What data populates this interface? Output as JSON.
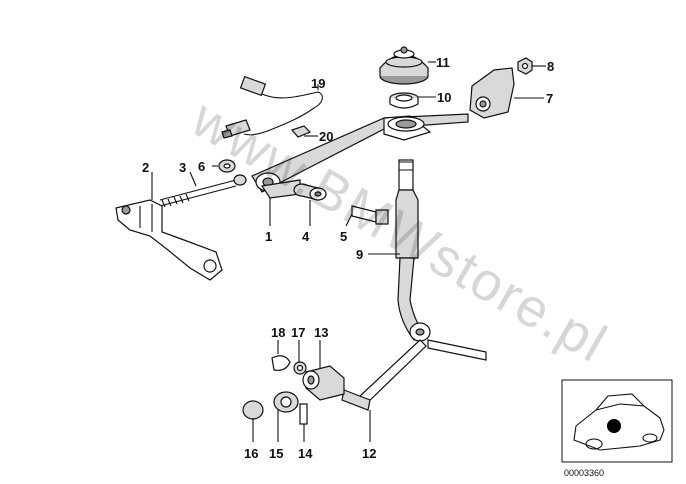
{
  "watermark": "www.BMWstore.pl",
  "diagram_number": "00003360",
  "callouts": [
    {
      "id": "1",
      "text": "1"
    },
    {
      "id": "2",
      "text": "2"
    },
    {
      "id": "3",
      "text": "3"
    },
    {
      "id": "4",
      "text": "4"
    },
    {
      "id": "5",
      "text": "5"
    },
    {
      "id": "6",
      "text": "6"
    },
    {
      "id": "7",
      "text": "7"
    },
    {
      "id": "8",
      "text": "8"
    },
    {
      "id": "9",
      "text": "9"
    },
    {
      "id": "10",
      "text": "10"
    },
    {
      "id": "11",
      "text": "11"
    },
    {
      "id": "12",
      "text": "12"
    },
    {
      "id": "13",
      "text": "13"
    },
    {
      "id": "14",
      "text": "14"
    },
    {
      "id": "15",
      "text": "15"
    },
    {
      "id": "16",
      "text": "16"
    },
    {
      "id": "17",
      "text": "17"
    },
    {
      "id": "18",
      "text": "18"
    },
    {
      "id": "19",
      "text": "19"
    },
    {
      "id": "20",
      "text": "20"
    }
  ]
}
